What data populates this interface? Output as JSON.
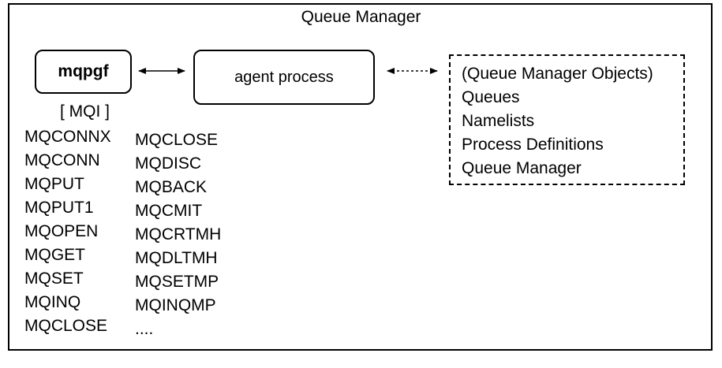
{
  "title": "Queue Manager",
  "mqpgf": {
    "label": "mqpgf"
  },
  "agent": {
    "label": "agent process"
  },
  "objects": {
    "lines": [
      "(Queue Manager Objects)",
      "Queues",
      "Namelists",
      "Process Definitions",
      "Queue Manager"
    ]
  },
  "mqi": {
    "label": "[ MQI ]",
    "left_calls": [
      "MQCONNX",
      "MQCONN",
      "MQPUT",
      "MQPUT1",
      "MQOPEN",
      "MQGET",
      "MQSET",
      "MQINQ",
      "MQCLOSE"
    ],
    "right_calls": [
      "MQCLOSE",
      "MQDISC",
      "MQBACK",
      "MQCMIT",
      "MQCRTMH",
      "MQDLTMH",
      "MQSETMP",
      "MQINQMP",
      "...."
    ]
  },
  "colors": {
    "stroke": "#000000",
    "background": "#ffffff"
  }
}
